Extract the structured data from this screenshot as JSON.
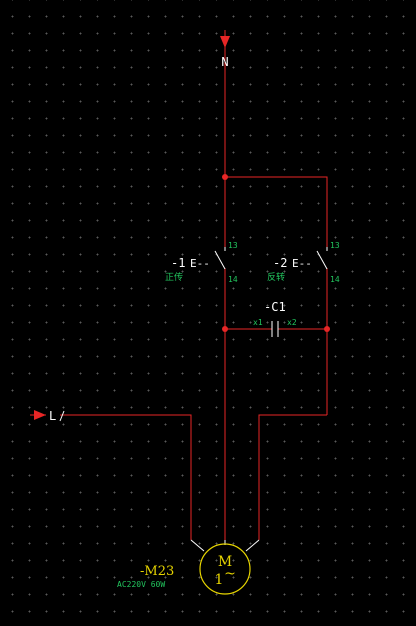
{
  "colors": {
    "background": "#000000",
    "grid_dot": "#5a5a5a",
    "wire": "#e82626",
    "component": "#ffffff",
    "label": "#ffffff",
    "terminal": "#22c55e",
    "motor": "#e6d400",
    "junction": "#e82626"
  },
  "terminals": {
    "neutral": {
      "label": "N",
      "arrow": "terminal-arrow"
    },
    "line": {
      "label": "L"
    }
  },
  "switches": [
    {
      "tag": "-1",
      "symbol": "E--",
      "caption": "正传",
      "contact_top": "13",
      "contact_bottom": "14"
    },
    {
      "tag": "-2",
      "symbol": "E--",
      "caption": "反转",
      "contact_top": "13",
      "contact_bottom": "14"
    }
  ],
  "capacitor": {
    "tag": "-C1",
    "pin1": "x1",
    "pin2": "x2"
  },
  "motor": {
    "tag": "-M23",
    "rating": "AC220V 60W",
    "symbol_top": "M",
    "symbol_phase": "1",
    "symbol_tilde": "~"
  }
}
